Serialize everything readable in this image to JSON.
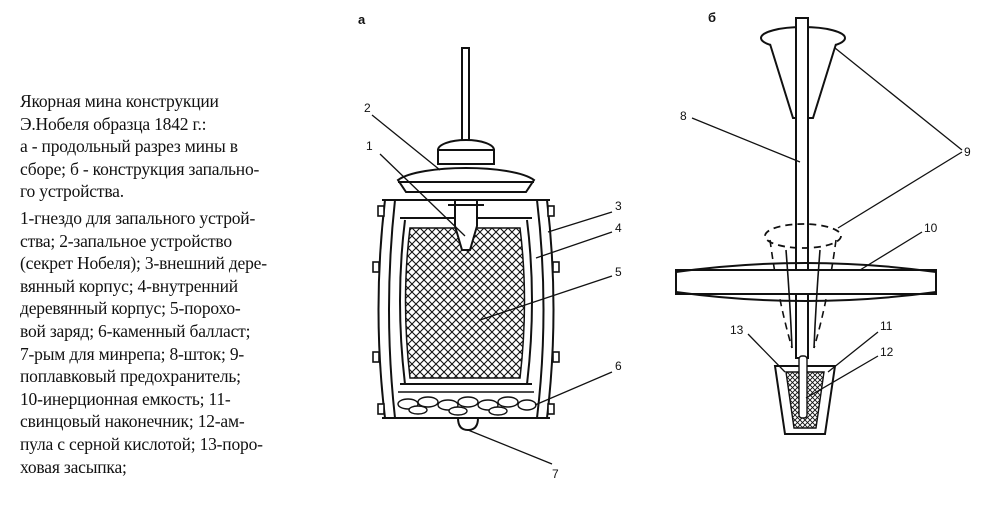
{
  "caption": {
    "lines": [
      "Якорная мина конструкции",
      "Э.Нобеля образца 1842 г.:",
      "а - продольный разрез мины в",
      "сборе; б - конструкция запально-",
      "го устройства.",
      "1-гнездо для запального устрой-",
      "ства; 2-запальное устройство",
      "(секрет Нобеля); 3-внешний дере-",
      "вянный корпус; 4-внутренний",
      "деревянный корпус; 5-порохо-",
      "вой заряд; 6-каменный балласт;",
      "7-рым для минрепа; 8-шток; 9-",
      "поплавковый предохранитель;",
      "10-инерционная емкость; 11-",
      "свинцовый наконечник; 12-ам-",
      "пула с серной кислотой; 13-поро-",
      "ховая засыпка;"
    ]
  },
  "figures": {
    "a": "а",
    "b": "б"
  },
  "labels": [
    "1",
    "2",
    "3",
    "4",
    "5",
    "6",
    "7",
    "8",
    "9",
    "10",
    "11",
    "12",
    "13"
  ]
}
